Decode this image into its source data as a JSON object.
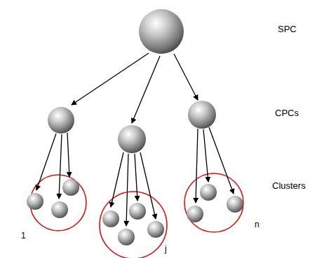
{
  "diagram": {
    "nodes": [
      {
        "text": [
          "SPC"
        ]
      },
      {
        "text": [
          "CPCs"
        ]
      },
      {
        "text": [
          "Clusters"
        ]
      }
    ],
    "labels": [
      "1",
      "j",
      "n"
    ]
  }
}
